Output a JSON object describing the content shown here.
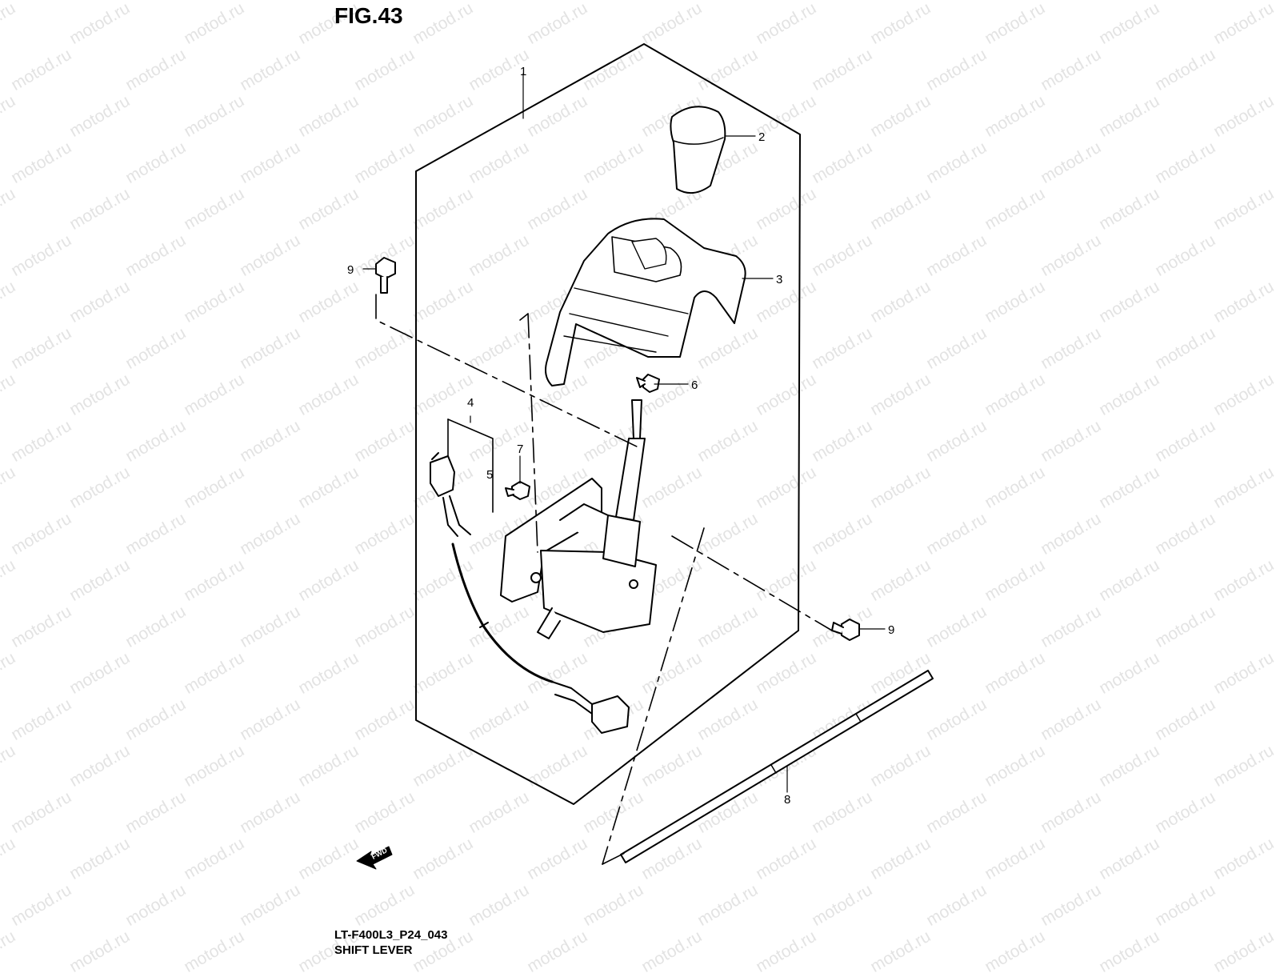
{
  "figure": {
    "title": "FIG.43",
    "code": "LT-F400L3_P24_043",
    "name": "SHIFT LEVER"
  },
  "watermark": {
    "text": "motod.ru"
  },
  "callouts": [
    {
      "id": "c1",
      "label": "1"
    },
    {
      "id": "c2",
      "label": "2"
    },
    {
      "id": "c3",
      "label": "3"
    },
    {
      "id": "c4",
      "label": "4"
    },
    {
      "id": "c5",
      "label": "5"
    },
    {
      "id": "c6",
      "label": "6"
    },
    {
      "id": "c7",
      "label": "7"
    },
    {
      "id": "c8",
      "label": "8"
    },
    {
      "id": "c9a",
      "label": "9"
    },
    {
      "id": "c9b",
      "label": "9"
    }
  ],
  "fwd_label": "FWD"
}
